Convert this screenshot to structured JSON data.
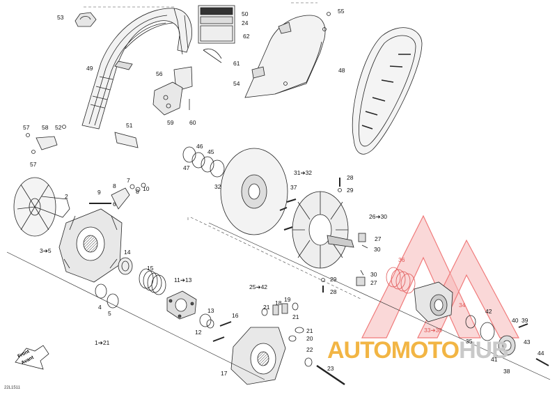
{
  "diagram": {
    "reference_code": "22L1511",
    "front_label": "Front",
    "front_label_fr": "Avant",
    "watermark": {
      "part1": "AUTOMOTO",
      "part2": "HUB"
    },
    "callouts": [
      {
        "id": "c53",
        "text": "53"
      },
      {
        "id": "c50",
        "text": "50"
      },
      {
        "id": "c24",
        "text": "24"
      },
      {
        "id": "c62",
        "text": "62"
      },
      {
        "id": "c55",
        "text": "55"
      },
      {
        "id": "c49",
        "text": "49"
      },
      {
        "id": "c61",
        "text": "61"
      },
      {
        "id": "c48",
        "text": "48"
      },
      {
        "id": "c56",
        "text": "56"
      },
      {
        "id": "c54",
        "text": "54"
      },
      {
        "id": "c59",
        "text": "59"
      },
      {
        "id": "c60",
        "text": "60"
      },
      {
        "id": "c57a",
        "text": "57"
      },
      {
        "id": "c58",
        "text": "58"
      },
      {
        "id": "c52",
        "text": "52"
      },
      {
        "id": "c51",
        "text": "51"
      },
      {
        "id": "c57b",
        "text": "57"
      },
      {
        "id": "c46",
        "text": "46"
      },
      {
        "id": "c45",
        "text": "45"
      },
      {
        "id": "c47",
        "text": "47"
      },
      {
        "id": "c32",
        "text": "32"
      },
      {
        "id": "c31",
        "text": "31➔32"
      },
      {
        "id": "c28a",
        "text": "28"
      },
      {
        "id": "c29a",
        "text": "29"
      },
      {
        "id": "c37",
        "text": "37"
      },
      {
        "id": "c9",
        "text": "9"
      },
      {
        "id": "c8a",
        "text": "8"
      },
      {
        "id": "c7",
        "text": "7"
      },
      {
        "id": "c8b",
        "text": "8"
      },
      {
        "id": "c10",
        "text": "10"
      },
      {
        "id": "c6",
        "text": "6"
      },
      {
        "id": "c2",
        "text": "2"
      },
      {
        "id": "c26",
        "text": "26➔30"
      },
      {
        "id": "c27a",
        "text": "27"
      },
      {
        "id": "c30a",
        "text": "30"
      },
      {
        "id": "c3",
        "text": "3➔5"
      },
      {
        "id": "c14",
        "text": "14"
      },
      {
        "id": "c15",
        "text": "15"
      },
      {
        "id": "c36",
        "text": "36"
      },
      {
        "id": "c11",
        "text": "11➔13"
      },
      {
        "id": "c30b",
        "text": "30"
      },
      {
        "id": "c27b",
        "text": "27"
      },
      {
        "id": "c29b",
        "text": "29"
      },
      {
        "id": "c28b",
        "text": "28"
      },
      {
        "id": "c25",
        "text": "25➔42"
      },
      {
        "id": "c34",
        "text": "34"
      },
      {
        "id": "c4",
        "text": "4"
      },
      {
        "id": "c5",
        "text": "5"
      },
      {
        "id": "c21a",
        "text": "21"
      },
      {
        "id": "c18",
        "text": "18"
      },
      {
        "id": "c19",
        "text": "19"
      },
      {
        "id": "c16",
        "text": "16"
      },
      {
        "id": "c13",
        "text": "13"
      },
      {
        "id": "c12",
        "text": "12"
      },
      {
        "id": "c21b",
        "text": "21"
      },
      {
        "id": "c21c",
        "text": "21"
      },
      {
        "id": "c20",
        "text": "20"
      },
      {
        "id": "c42",
        "text": "42"
      },
      {
        "id": "c40",
        "text": "40"
      },
      {
        "id": "c39",
        "text": "39"
      },
      {
        "id": "c33",
        "text": "33➔35"
      },
      {
        "id": "c35",
        "text": "35"
      },
      {
        "id": "c43",
        "text": "43"
      },
      {
        "id": "c1",
        "text": "1➔21"
      },
      {
        "id": "c22",
        "text": "22"
      },
      {
        "id": "c41",
        "text": "41"
      },
      {
        "id": "c44",
        "text": "44"
      },
      {
        "id": "c23",
        "text": "23"
      },
      {
        "id": "c17",
        "text": "17"
      },
      {
        "id": "c38",
        "text": "38"
      }
    ]
  }
}
